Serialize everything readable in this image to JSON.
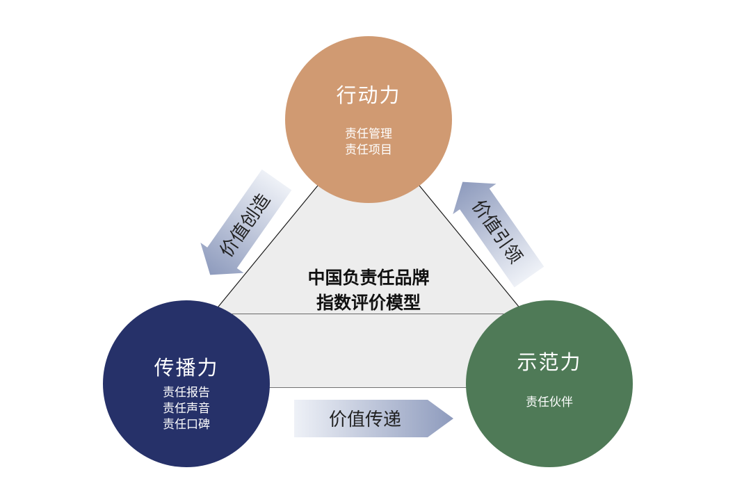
{
  "center_title_line1": "中国负责任品牌",
  "center_title_line2": "指数评价模型",
  "nodes": {
    "action": {
      "title": "行动力",
      "items": [
        "责任管理",
        "责任项目"
      ],
      "color": "#d09a72"
    },
    "communication": {
      "title": "传播力",
      "items": [
        "责任报告",
        "责任声音",
        "责任口碑"
      ],
      "color": "#263169"
    },
    "demonstration": {
      "title": "示范力",
      "items": [
        "责任伙伴"
      ],
      "color": "#4f7a57"
    }
  },
  "arrows": {
    "left": "价值创造",
    "right": "价值引领",
    "bottom": "价值传递"
  },
  "colors": {
    "triangle_fill": "#ededed",
    "triangle_stroke": "#1a1a1a",
    "arrow_light": "#eef1f7",
    "arrow_dark": "#8e9bbd"
  }
}
